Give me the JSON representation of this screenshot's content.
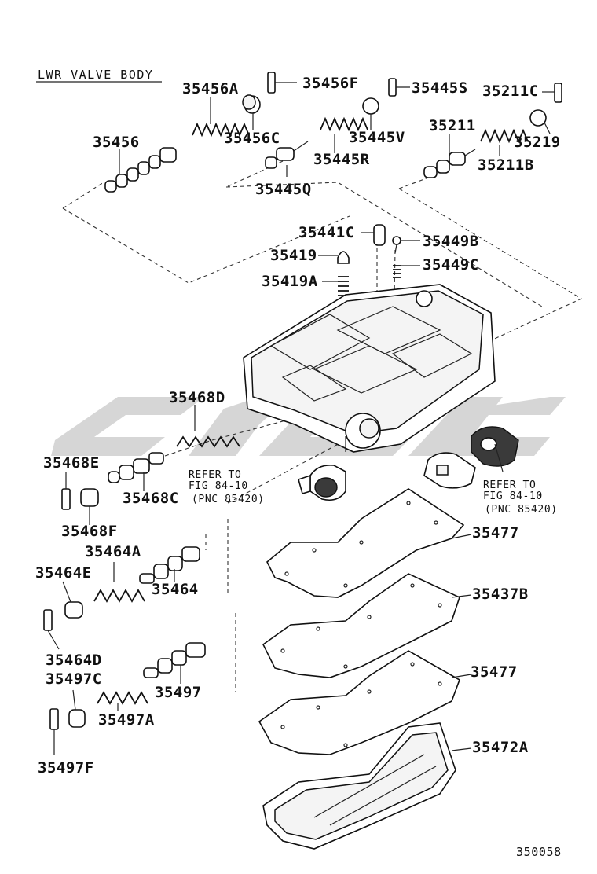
{
  "title": "LWR VALVE BODY",
  "illustration_number": "350058",
  "watermark_text": "",
  "reference_notes": [
    {
      "line1": "REFER TO",
      "line2": "FIG 84-10",
      "line3": "(PNC 85420)"
    },
    {
      "line1": "REFER TO",
      "line2": "FIG 84-10",
      "line3": "(PNC 85420)"
    }
  ],
  "part_labels": {
    "p35456A": "35456A",
    "p35456F": "35456F",
    "p35445S": "35445S",
    "p35211C": "35211C",
    "p35456": "35456",
    "p35456C": "35456C",
    "p35445V": "35445V",
    "p35211": "35211",
    "p35219": "35219",
    "p35445R": "35445R",
    "p35211B": "35211B",
    "p35445Q": "35445Q",
    "p35441C": "35441C",
    "p35449B": "35449B",
    "p35419": "35419",
    "p35449C": "35449C",
    "p35419A": "35419A",
    "p35468D": "35468D",
    "p35468E": "35468E",
    "p35468C": "35468C",
    "p35468F": "35468F",
    "p35477a": "35477",
    "p35464A": "35464A",
    "p35464E": "35464E",
    "p35464": "35464",
    "p35437B": "35437B",
    "p35464D": "35464D",
    "p35497C": "35497C",
    "p35477b": "35477",
    "p35497": "35497",
    "p35497A": "35497A",
    "p35472A": "35472A",
    "p35497F": "35497F"
  },
  "colors": {
    "line": "#222222",
    "watermark": "#d6d6d6",
    "background": "#ffffff"
  }
}
